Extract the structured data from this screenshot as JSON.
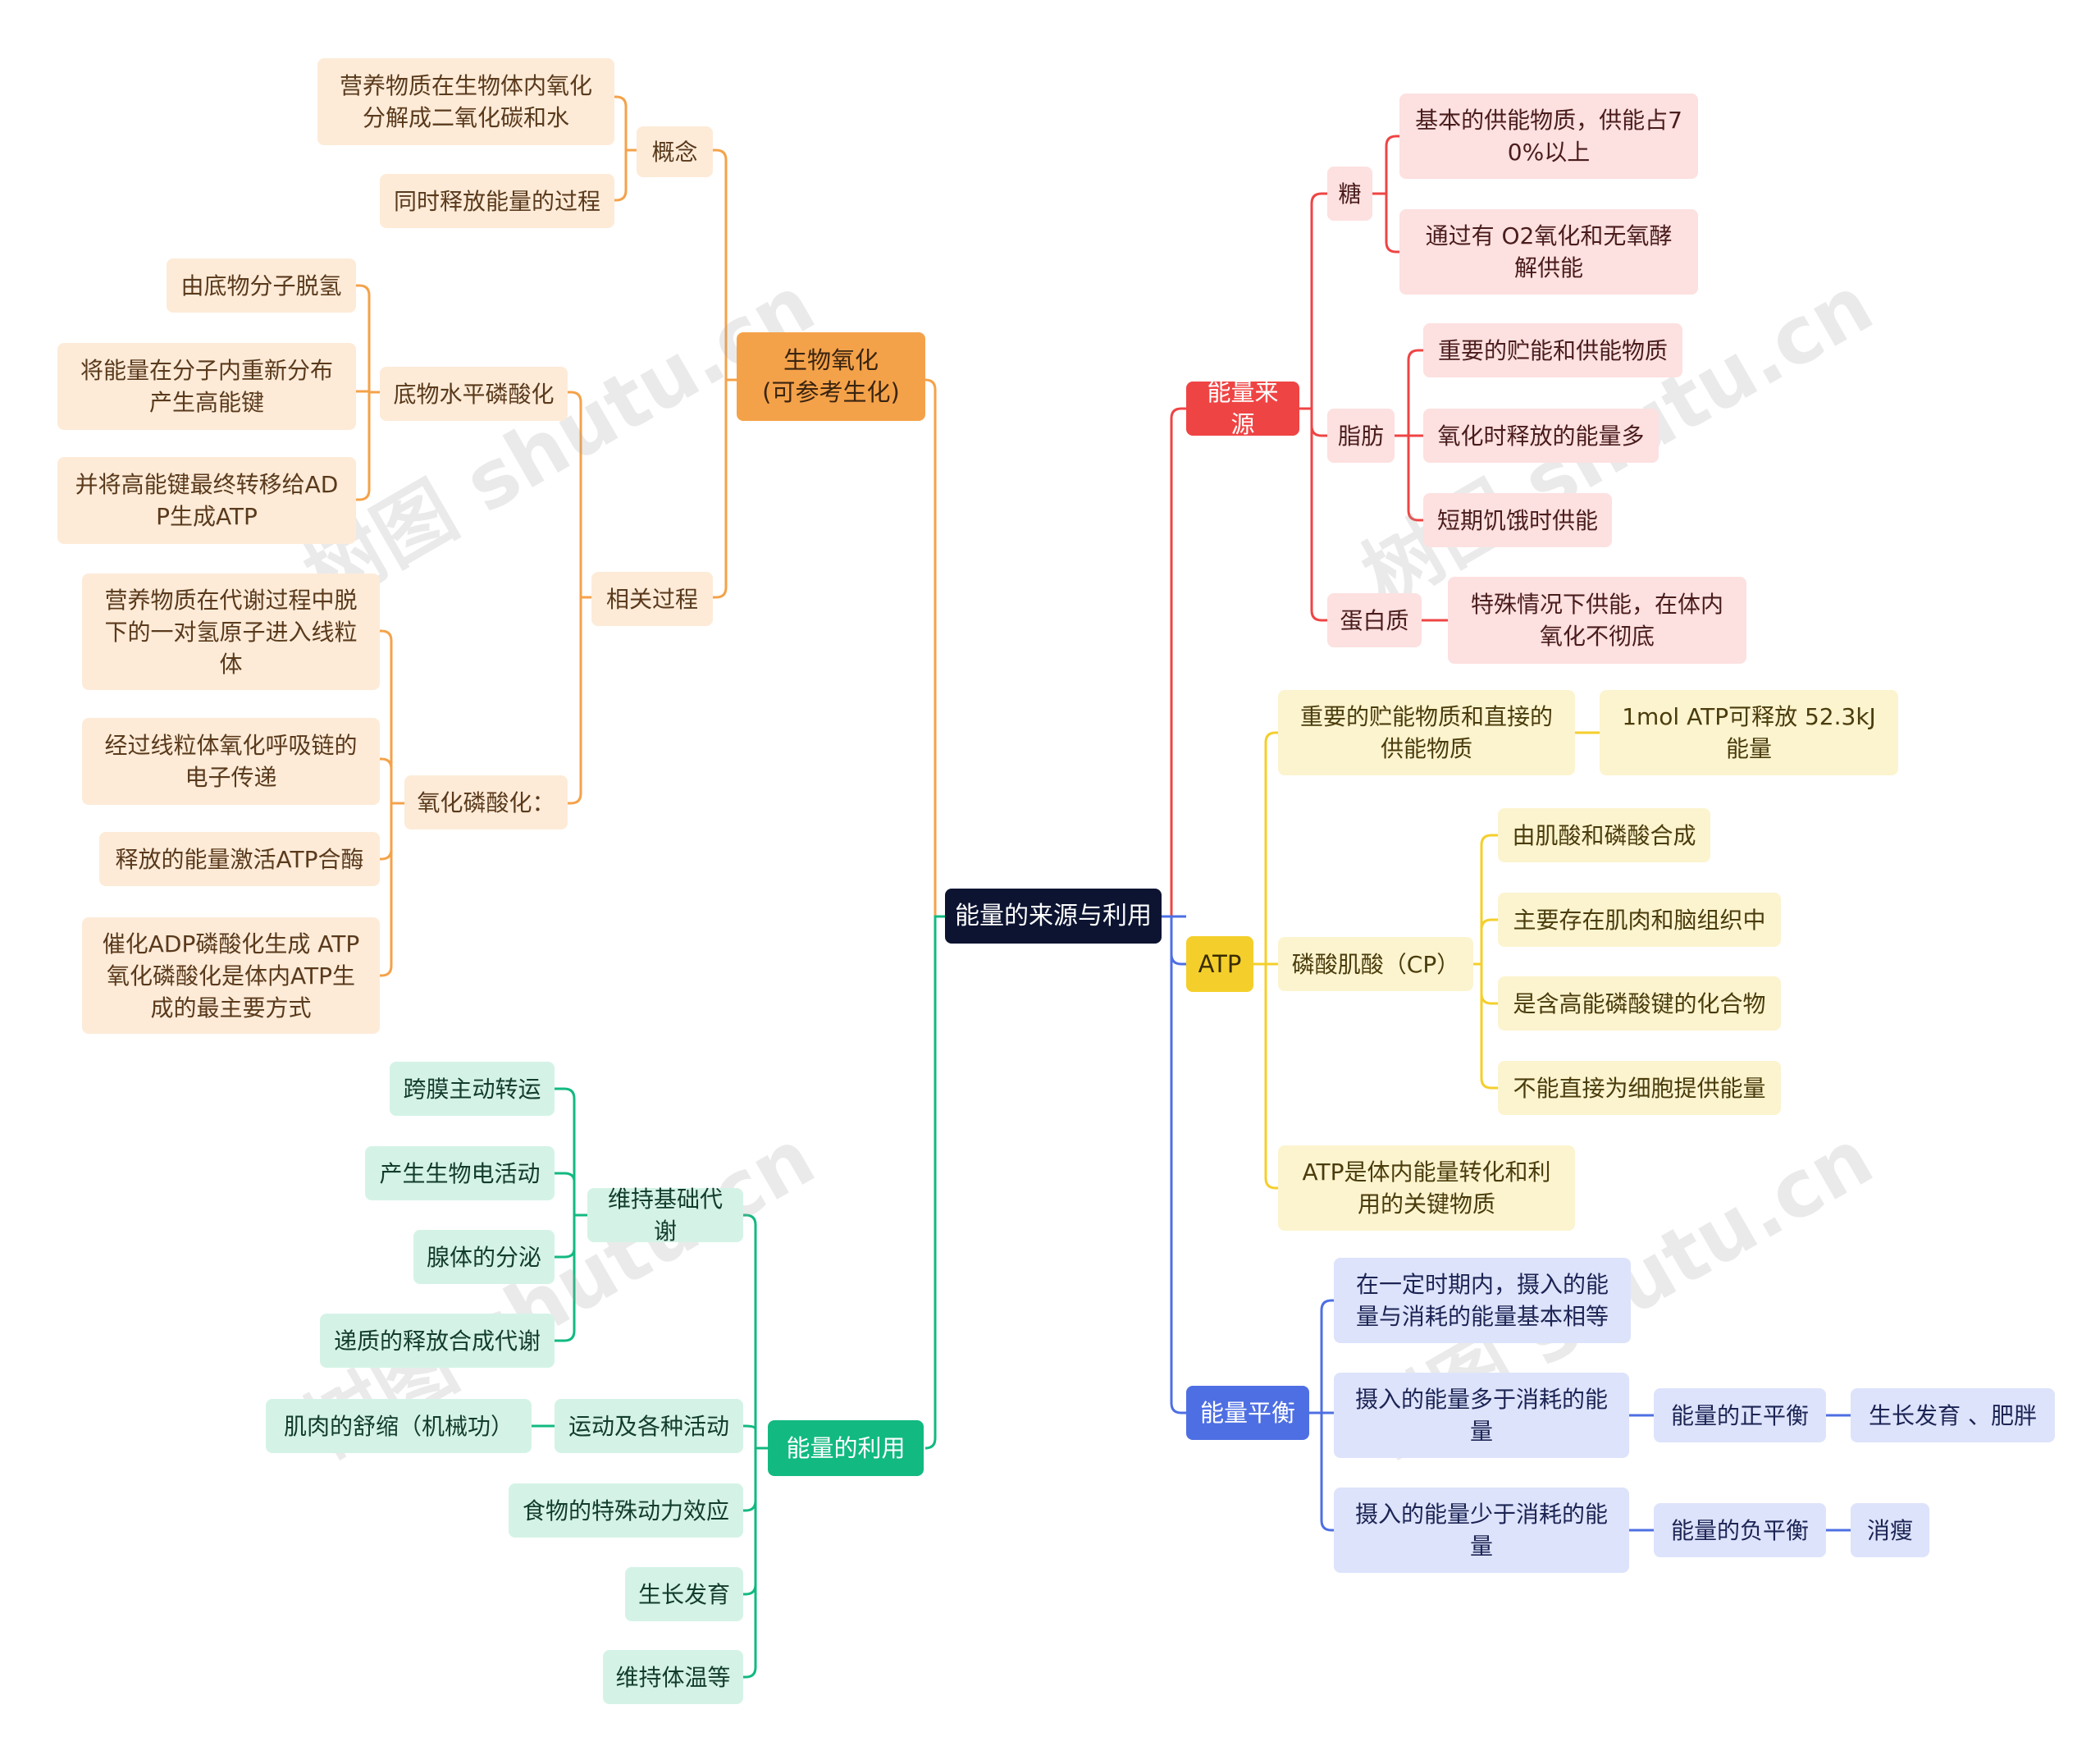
{
  "root": "能量的来源与利用",
  "bio": {
    "title": "生物氧化\n(可参考生化)",
    "concept": {
      "label": "概念",
      "items": [
        "营养物质在生物体内氧化\n分解成二氧化碳和水",
        "同时释放能量的过程"
      ]
    },
    "process": {
      "label": "相关过程",
      "substrate": {
        "label": "底物水平磷酸化",
        "items": [
          "由底物分子脱氢",
          "将能量在分子内重新分布\n产生高能键",
          "并将高能键最终转移给AD\nP生成ATP"
        ]
      },
      "oxidative": {
        "label": "氧化磷酸化：",
        "items": [
          "营养物质在代谢过程中脱\n下的一对氢原子进入线粒\n体",
          "经过线粒体氧化呼吸链的\n电子传递",
          "释放的能量激活ATP合酶",
          "催化ADP磷酸化生成 ATP\n氧化磷酸化是体内ATP生\n成的最主要方式"
        ]
      }
    }
  },
  "use": {
    "title": "能量的利用",
    "basal": {
      "label": "维持基础代谢",
      "items": [
        "跨膜主动转运",
        "产生生物电活动",
        "腺体的分泌",
        "递质的释放合成代谢"
      ]
    },
    "activity": {
      "label": "运动及各种活动",
      "item": "肌肉的舒缩（机械功）"
    },
    "others": [
      "食物的特殊动力效应",
      "生长发育",
      "维持体温等"
    ]
  },
  "source": {
    "title": "能量来源",
    "sugar": {
      "label": "糖",
      "items": [
        "基本的供能物质，供能占7\n0%以上",
        "通过有 O2氧化和无氧酵\n解供能"
      ]
    },
    "fat": {
      "label": "脂肪",
      "items": [
        "重要的贮能和供能物质",
        "氧化时释放的能量多",
        "短期饥饿时供能"
      ]
    },
    "protein": {
      "label": "蛋白质",
      "item": "特殊情况下供能，在体内\n氧化不彻底"
    }
  },
  "atp": {
    "title": "ATP",
    "store": {
      "label": "重要的贮能物质和直接的\n供能物质",
      "item": "1mol ATP可释放 52.3kJ\n能量"
    },
    "cp": {
      "label": "磷酸肌酸（CP）",
      "items": [
        "由肌酸和磷酸合成",
        "主要存在肌肉和脑组织中",
        "是含高能磷酸键的化合物",
        "不能直接为细胞提供能量"
      ]
    },
    "key": "ATP是体内能量转化和利\n用的关键物质"
  },
  "balance": {
    "title": "能量平衡",
    "equal": "在一定时期内，摄入的能\n量与消耗的能量基本相等",
    "more": {
      "label": "摄入的能量多于消耗的能\n量",
      "result": "能量的正平衡",
      "example": "生长发育 、肥胖"
    },
    "less": {
      "label": "摄入的能量少于消耗的能\n量",
      "result": "能量的负平衡",
      "example": "消瘦"
    }
  },
  "watermark": "树图 shutu.cn",
  "colors": {
    "root": "#0c1431",
    "bio": "#f4a24a",
    "use": "#12b981",
    "source": "#ef4444",
    "atp": "#f4cf2b",
    "balance": "#4e6fe3"
  }
}
